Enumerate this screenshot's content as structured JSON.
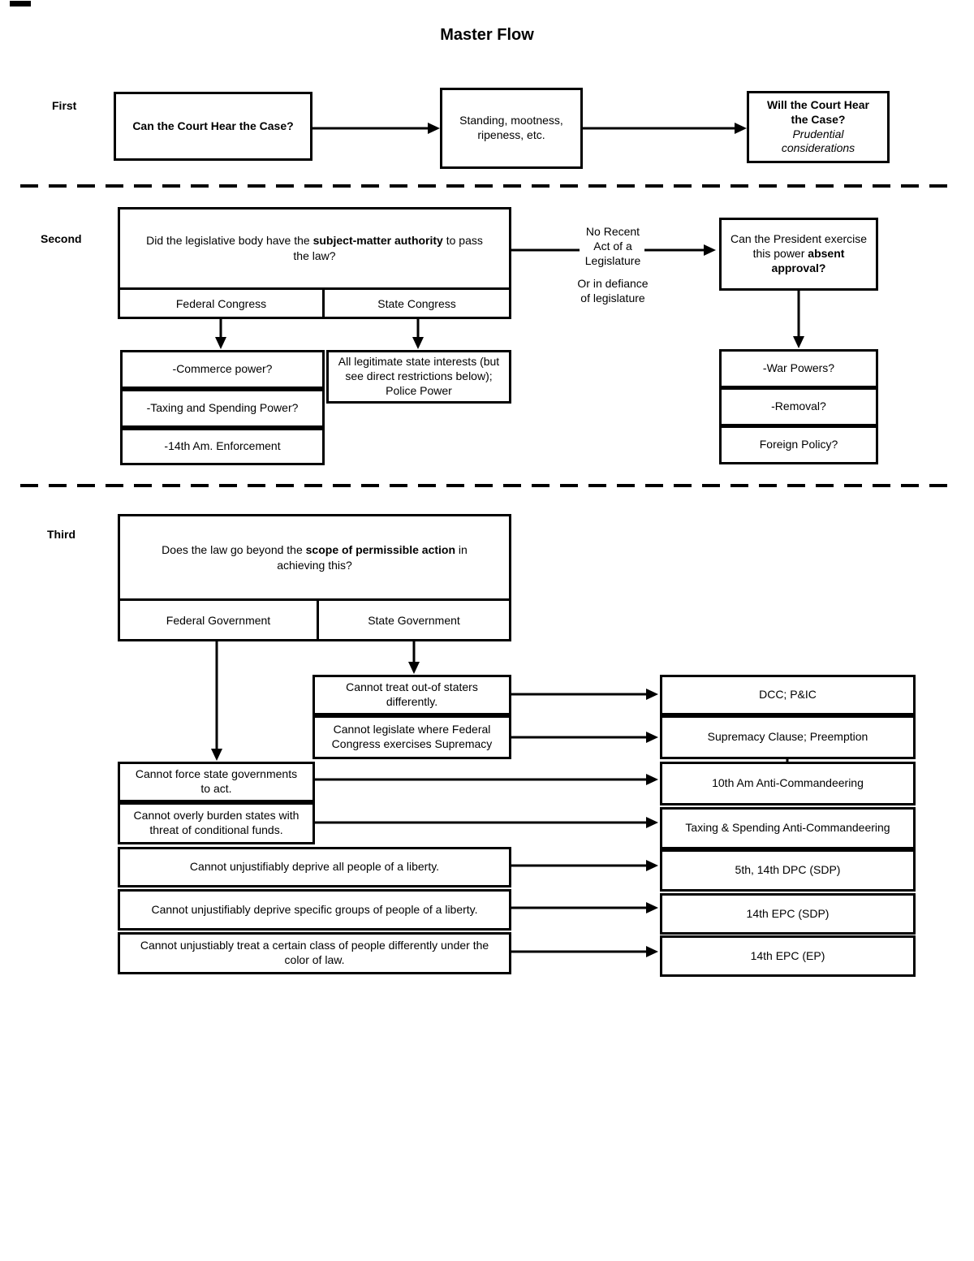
{
  "title": "Master Flow",
  "colors": {
    "line": "#000000",
    "background": "#ffffff"
  },
  "sections": {
    "first": {
      "label": "First",
      "q1": "Can the Court Hear the Case?",
      "q2": "Standing, mootness,\nripeness, etc.",
      "q3_line1": "Will the Court Hear\nthe Case?",
      "q3_line2": "Prudential\nconsiderations"
    },
    "second": {
      "label": "Second",
      "q_pre": "Did the legislative body have the ",
      "q_bold": "subject-matter authority",
      "q_post": " to pass the law?",
      "cell_left": "Federal Congress",
      "cell_right": "State Congress",
      "arrow_label_top": "No Recent\nAct of a\nLegislature",
      "arrow_label_bottom": "Or in defiance\nof legislature",
      "pres_pre": "Can the President exercise this power ",
      "pres_bold": "absent approval?",
      "federal_powers": [
        "-Commerce power?",
        "-Taxing and Spending Power?",
        "-14th Am. Enforcement"
      ],
      "state_powers": "All legitimate state interests (but see direct restrictions below); Police Power",
      "president_powers": [
        "-War Powers?",
        "-Removal?",
        "Foreign Policy?"
      ]
    },
    "third": {
      "label": "Third",
      "q_pre": "Does the law go beyond the ",
      "q_bold": "scope of permissible action",
      "q_post": " in achieving this?",
      "cell_left": "Federal Government",
      "cell_right": "State Government",
      "state_restrictions": [
        "Cannot treat out-of staters\ndifferently.",
        "Cannot legislate where Federal\nCongress exercises Supremacy"
      ],
      "federal_restrictions": [
        "Cannot force state governments\nto act.",
        "Cannot overly burden states with\nthreat of conditional funds."
      ],
      "shared_restrictions": [
        "Cannot unjustifiably deprive all people of a liberty.",
        "Cannot unjustifiably deprive specific groups of people of a liberty.",
        "Cannot unjustiably treat a certain class of people differently under the color of law."
      ],
      "doctrines": [
        "DCC; P&IC",
        "Supremacy Clause; Preemption",
        "10th Am Anti-Commandeering",
        "Taxing & Spending Anti-Commandeering",
        "5th, 14th DPC (SDP)",
        "14th EPC (SDP)",
        "14th EPC (EP)"
      ]
    }
  }
}
